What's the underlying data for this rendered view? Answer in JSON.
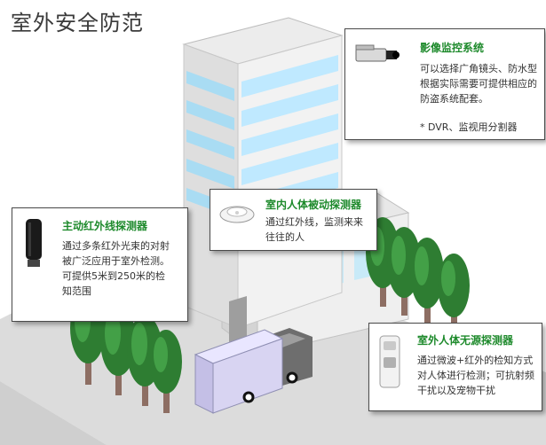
{
  "title": "室外安全防范",
  "callouts": {
    "camera": {
      "title": "影像监控系统",
      "lines": [
        "可以选择广角镜头、防水型",
        "根据实际需要可提供相应的",
        "防盗系统配套。"
      ],
      "note": "* DVR、监视用分割器"
    },
    "indoor": {
      "title": "室内人体被动探测器",
      "lines": [
        "通过红外线，监测来来",
        "往往的人"
      ]
    },
    "beam": {
      "title": "主动红外线探测器",
      "lines": [
        "通过多条红外光束的对射",
        "被广泛应用于室外检测。",
        "可提供5米到250米的检",
        "知范围"
      ]
    },
    "outdoor": {
      "title": "室外人体无源探测器",
      "lines": [
        "通过微波+红外的检知方式",
        "对人体进行检测；可抗射频",
        "干扰以及宠物干扰"
      ]
    }
  },
  "colors": {
    "accent_title": "#1e8a2c",
    "window_blue": "#bfe9ff",
    "tree_green": "#2e7d32",
    "truck_body": "#d8d4f2"
  }
}
